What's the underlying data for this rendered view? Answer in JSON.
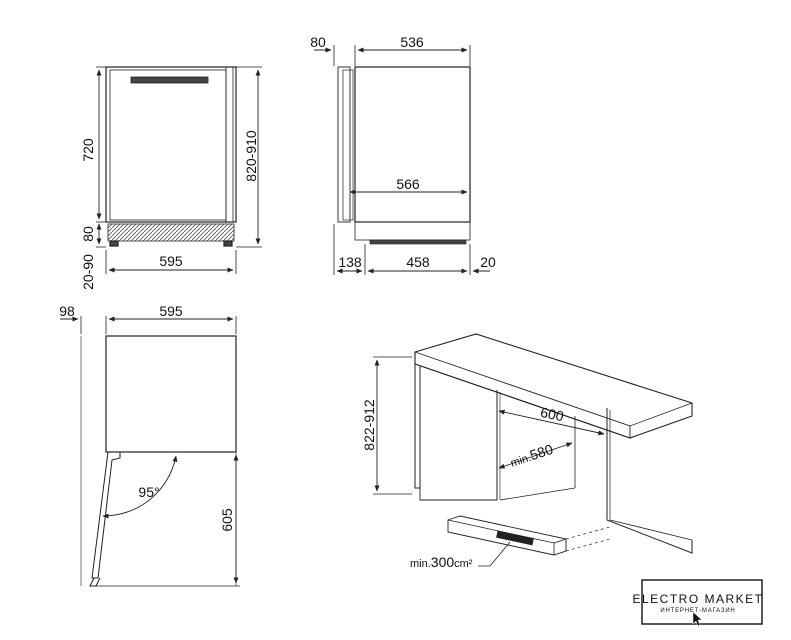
{
  "front_view": {
    "height_body": "720",
    "plinth_height": "80",
    "height_range": "820-910",
    "feet_range": "20-90",
    "width": "595"
  },
  "side_view": {
    "door_depth": "80",
    "body_depth": "536",
    "total_depth": "566",
    "front_offset": "138",
    "feet_depth": "458",
    "back_gap": "20"
  },
  "top_view": {
    "door_offset": "98",
    "width": "595",
    "angle": "95°",
    "door_swing_depth": "605"
  },
  "installation": {
    "niche_height": "822-912",
    "niche_width": "600",
    "min_depth_prefix": "min.",
    "min_depth": "580",
    "min_vent_prefix": "min.",
    "min_vent": "300",
    "vent_unit": "cm²"
  },
  "logo": {
    "title": "ELECTRO MARKET",
    "subtitle": "ИНТЕРНЕТ-МАГАЗИН"
  },
  "colors": {
    "line": "#222222",
    "background": "#ffffff"
  },
  "icons": [
    "cursor-icon"
  ]
}
